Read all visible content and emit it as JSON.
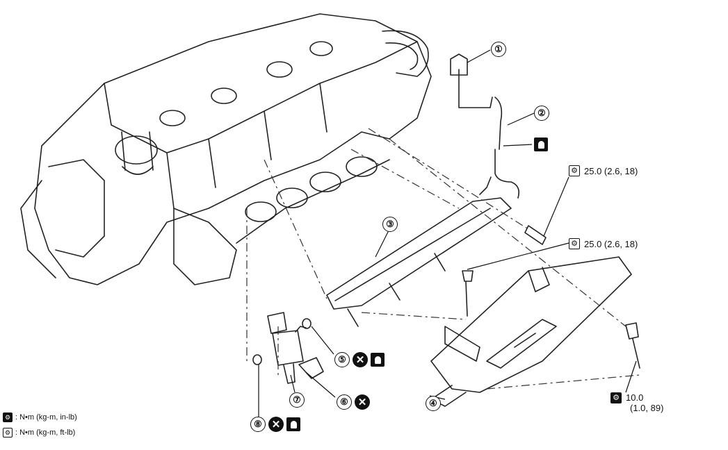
{
  "diagram": {
    "callouts": [
      "①",
      "②",
      "③",
      "④",
      "⑤",
      "⑥",
      "⑦",
      "⑧"
    ],
    "torque_specs": {
      "rail_bolt_upper": "25.0 (2.6, 18)",
      "rail_bolt_lower": "25.0 (2.6, 18)",
      "protector_bolt_line1": "10.0",
      "protector_bolt_line2": "(1.0, 89)"
    },
    "legend": {
      "nm_kgm_inlb": ": N•m (kg-m, in-lb)",
      "nm_kgm_ftlb": ": N•m (kg-m, ft-lb)"
    },
    "icons": {
      "replace_symbol": "✕",
      "torque_symbol": "⚙"
    }
  }
}
